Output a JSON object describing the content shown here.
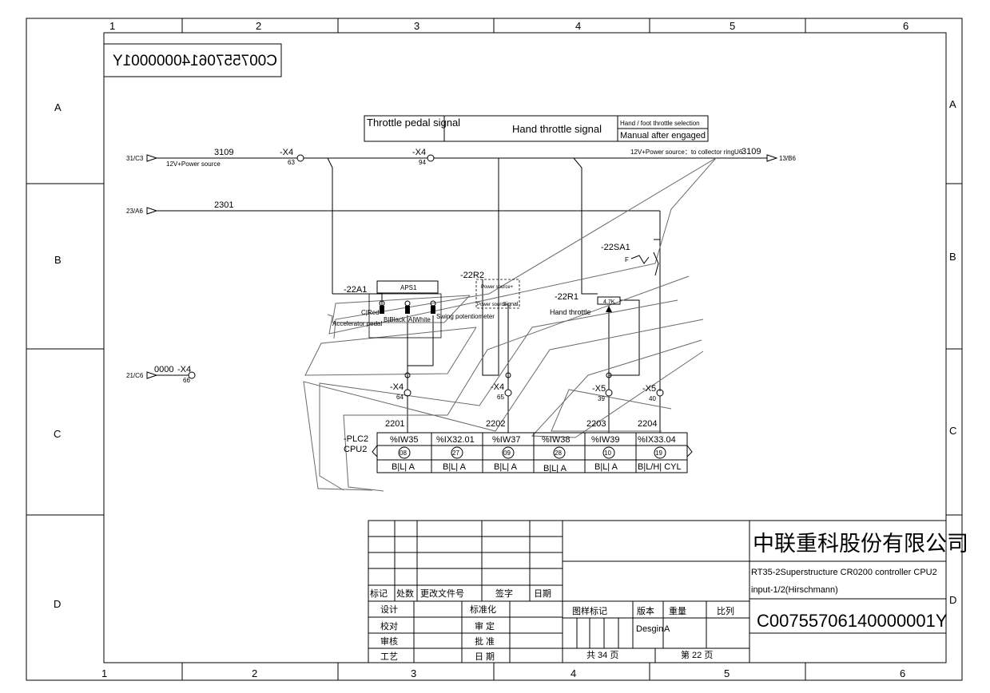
{
  "drawing_number_mirrored": "C00755706140000001Y",
  "frame": {
    "columns": [
      "1",
      "2",
      "3",
      "4",
      "5",
      "6"
    ],
    "rows": [
      "A",
      "B",
      "C",
      "D"
    ]
  },
  "header_box": {
    "throttle_pedal_signal": "Throttle pedal signal",
    "hand_throttle_signal": "Hand throttle signal",
    "selection_title": "Hand / foot throttle selection",
    "selection_value": "Manual after engaged"
  },
  "wires": {
    "src_31_c3": "31/C3",
    "power_12v_left": "12V+Power source",
    "w3109_left": "3109",
    "x4_63": "-X4",
    "pin_63": "63",
    "x4_94": "-X4",
    "pin_94": "94",
    "power_12v_right": "12V+Power source：to collector ringU6",
    "w3109_right": "3109",
    "dst_13_b6": "13/B6",
    "src_23_a6": "23/A6",
    "w2301": "2301",
    "src_21_c6": "21/C6",
    "w0000": "0000",
    "x4_66": "-X4",
    "pin_66": "66"
  },
  "components": {
    "sa1_label": "-22SA1",
    "sa1_symbol": "F",
    "r2_label": "-22R2",
    "r2_top": "Power source+",
    "r2_left": "Power source-",
    "r2_right": "Signal",
    "a1_label": "-22A1",
    "aps1": "APS1",
    "c_red": "C|Red",
    "b_black": "B|Black",
    "a_white": "A|White",
    "accel_pedal": "Accelerator pedal",
    "swing_pot": "Swing potentiometer",
    "r1_label": "-22R1",
    "r1_value": "4.7K",
    "hand_throttle": "Hand throttle",
    "x4_64": "-X4",
    "pin_64": "64",
    "x4_65": "-X4",
    "pin_65": "65",
    "x5_39": "-X5",
    "pin_39": "39",
    "x5_40": "-X5",
    "pin_40": "40"
  },
  "plc": {
    "label1": "-PLC2",
    "label2": "CPU2",
    "wire_numbers": [
      "2201",
      "2202",
      "2203",
      "2204"
    ],
    "channels": [
      {
        "addr": "%IW35",
        "pin": "08",
        "type": "B|L| A"
      },
      {
        "addr": "%IX32.01",
        "pin": "27",
        "type": "B|L| A"
      },
      {
        "addr": "%IW37",
        "pin": "09",
        "type": "B|L| A"
      },
      {
        "addr": "%IW38",
        "pin": "28",
        "type": "B|L| A"
      },
      {
        "addr": "%IW39",
        "pin": "10",
        "type": "B|L| A"
      },
      {
        "addr": "%IX33.04",
        "pin": "19",
        "type": "B|L/H| CYL"
      }
    ]
  },
  "title_block": {
    "company": "中联重科股份有限公司",
    "title_line1": "RT35-2Superstructure CR0200 controller CPU2",
    "title_line2": "input-1/2(Hirschmann)",
    "drawing_number": "C00755706140000001Y",
    "rev_headers": [
      "标记",
      "处数",
      "更改文件号",
      "签字",
      "日期"
    ],
    "roles": [
      "设计",
      "校对",
      "审核",
      "工艺"
    ],
    "approvals": [
      "标准化",
      "审 定",
      "批 准",
      "日 期"
    ],
    "sample_mark": "图样标记",
    "version": "版本",
    "weight": "重量",
    "scale": "比列",
    "design_value": "Desgin",
    "version_value": "A",
    "total_pages": "共 34 页",
    "page_no": "第 22 页"
  }
}
